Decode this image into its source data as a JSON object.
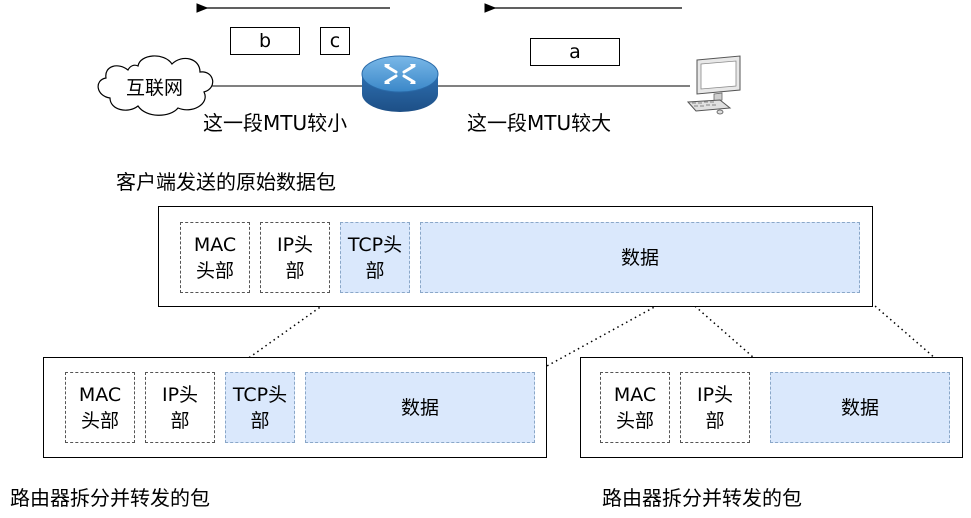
{
  "top": {
    "cloud_label": "互联网",
    "mtu_small_label": "这一段MTU较小",
    "mtu_large_label": "这一段MTU较大",
    "tag_a": "a",
    "tag_b": "b",
    "tag_c": "c"
  },
  "original": {
    "caption": "客户端发送的原始数据包",
    "mac1": "MAC",
    "mac2": "头部",
    "ip1": "IP头",
    "ip2": "部",
    "tcp1": "TCP头",
    "tcp2": "部",
    "data": "数据"
  },
  "frag_left": {
    "mac1": "MAC",
    "mac2": "头部",
    "ip1": "IP头",
    "ip2": "部",
    "tcp1": "TCP头",
    "tcp2": "部",
    "data": "数据",
    "caption": "路由器拆分并转发的包"
  },
  "frag_right": {
    "mac1": "MAC",
    "mac2": "头部",
    "ip1": "IP头",
    "ip2": "部",
    "data": "数据",
    "caption": "路由器拆分并转发的包"
  },
  "colors": {
    "data_fill": "#dae8fc",
    "router_blue": "#3a87c8"
  }
}
